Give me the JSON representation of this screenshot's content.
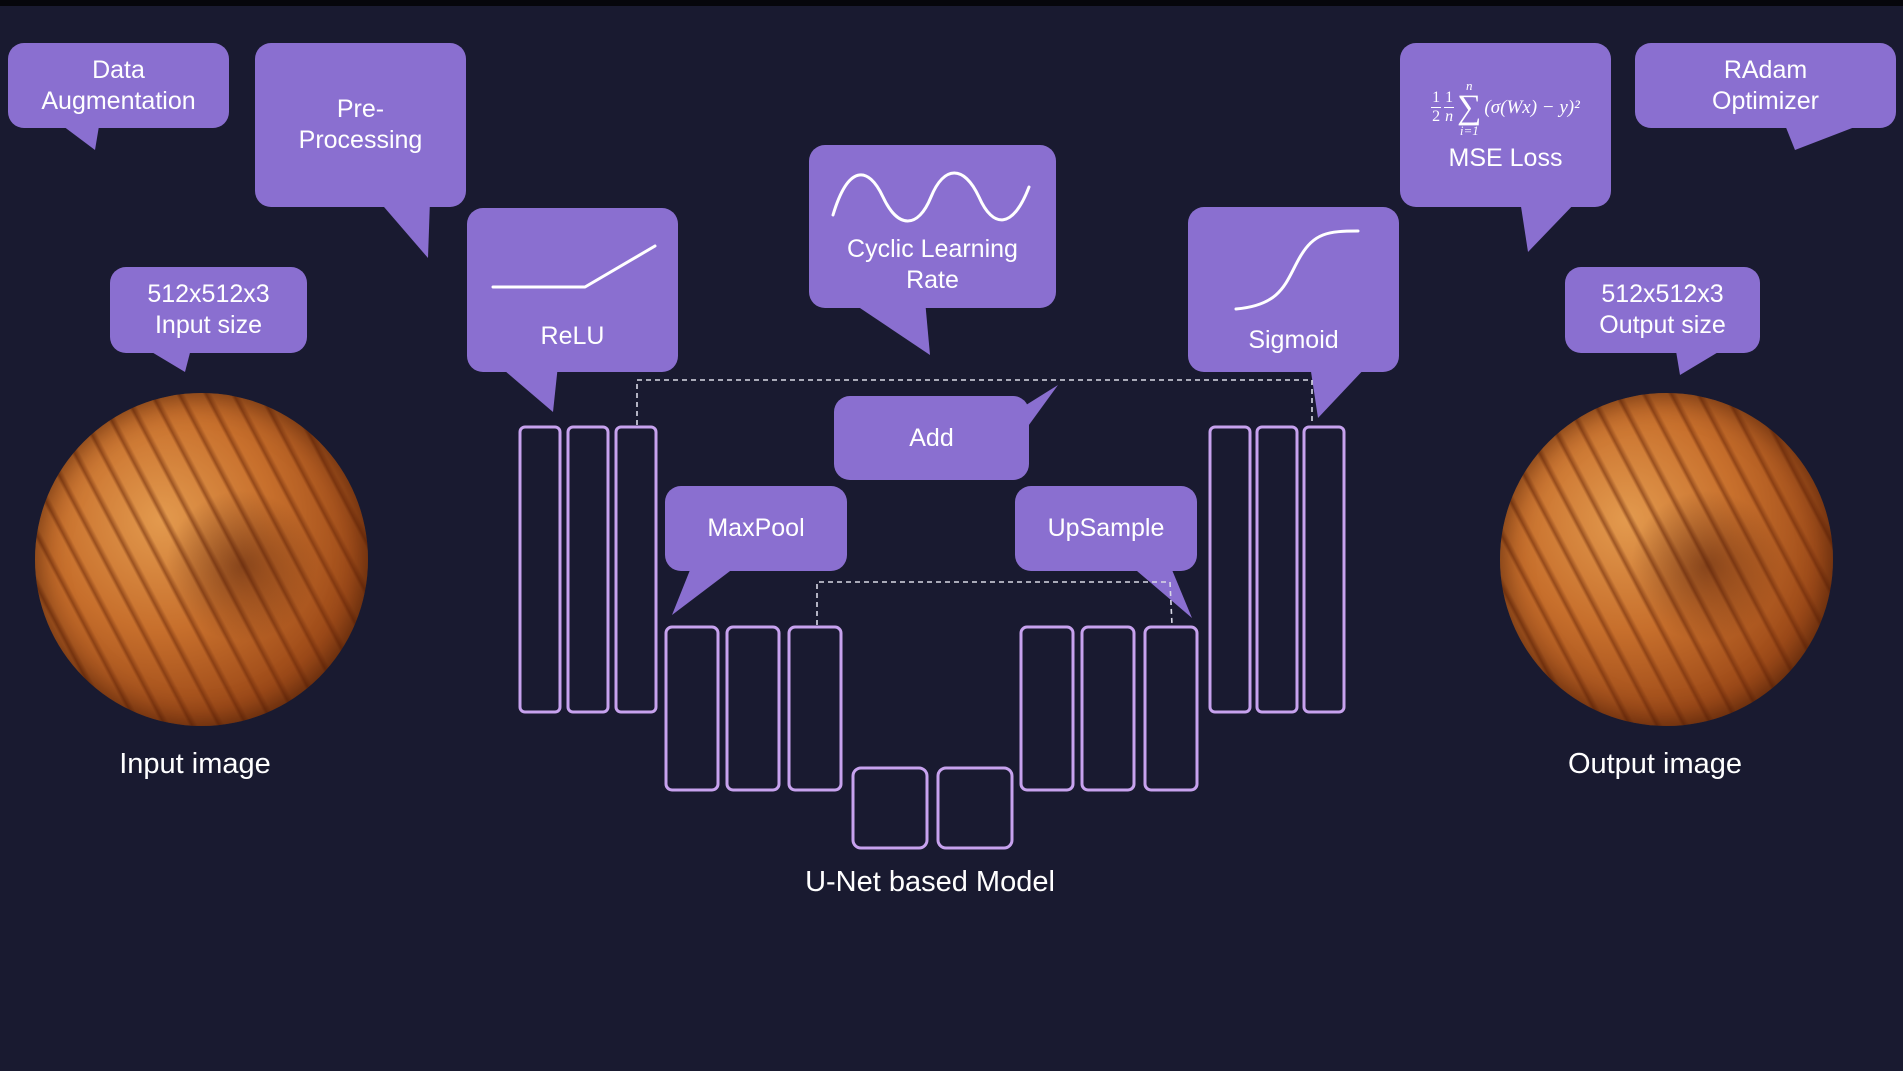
{
  "bubbles": {
    "data_augmentation": [
      "Data",
      "Augmentation"
    ],
    "pre_processing": [
      "Pre-",
      "Processing"
    ],
    "input_size": [
      "512x512x3",
      "Input size"
    ],
    "relu": [
      "ReLU"
    ],
    "cyclic_lr": [
      "Cyclic Learning",
      "Rate"
    ],
    "add": [
      "Add"
    ],
    "maxpool": [
      "MaxPool"
    ],
    "upsample": [
      "UpSample"
    ],
    "sigmoid": [
      "Sigmoid"
    ],
    "mse_loss": [
      "MSE Loss"
    ],
    "radam": [
      "RAdam",
      "Optimizer"
    ],
    "output_size": [
      "512x512x3",
      "Output size"
    ]
  },
  "formula": {
    "frac1_num": "1",
    "frac1_den": "2",
    "frac2_num": "1",
    "frac2_den": "n",
    "sum_upper": "n",
    "sum_lower": "i=1",
    "expression": "(σ(Wx) − y)²"
  },
  "captions": {
    "input_image": "Input image",
    "output_image": "Output image",
    "model": "U-Net based Model"
  },
  "colors": {
    "background": "#191a30",
    "bubble": "#8a6fd0",
    "block_stroke": "#c7a2ee"
  },
  "icons": {
    "relu": "relu-graph-icon",
    "cyclic_lr": "sine-wave-icon",
    "sigmoid": "sigmoid-curve-icon"
  }
}
